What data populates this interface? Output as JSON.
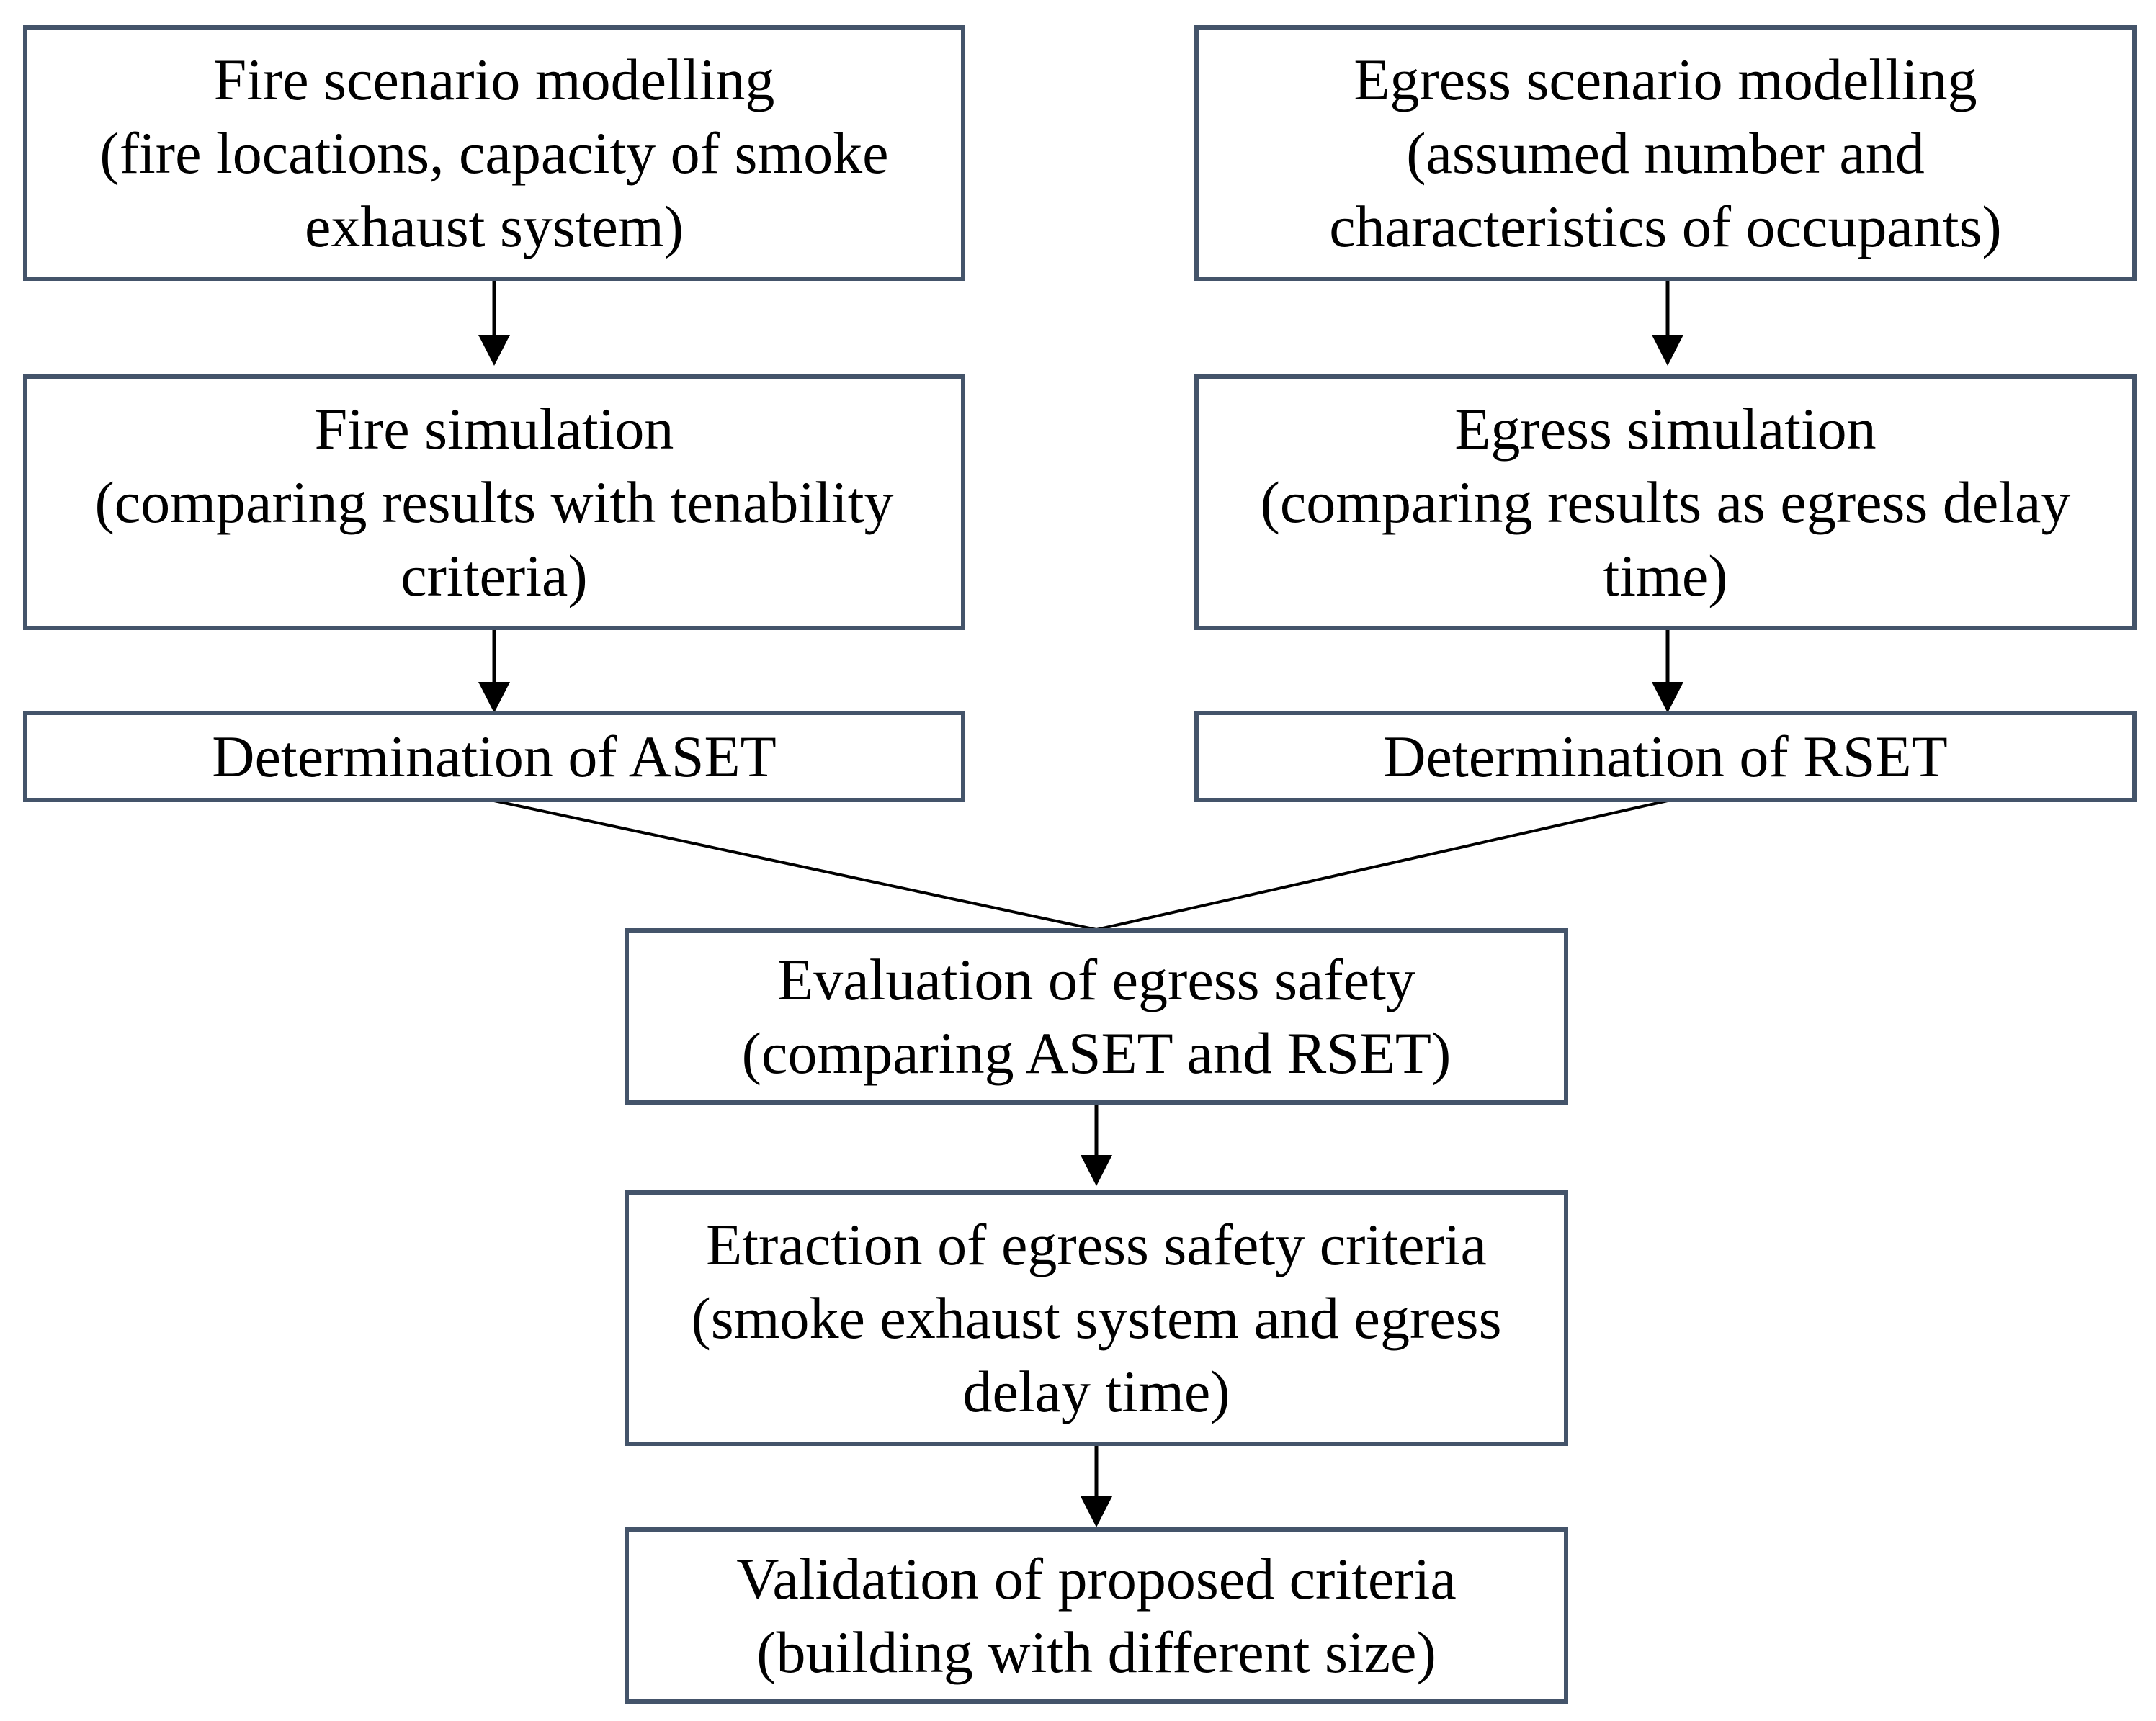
{
  "colors": {
    "box_border": "#44546a",
    "arrow": "#000000",
    "background": "#ffffff"
  },
  "flowchart": {
    "left_column": {
      "scenario": {
        "lines": [
          "Fire scenario modelling",
          "(fire locations, capacity of smoke",
          "exhaust system)"
        ]
      },
      "simulation": {
        "lines": [
          "Fire simulation",
          "(comparing results with tenability",
          "criteria)"
        ]
      },
      "determination": {
        "lines": [
          "Determination of ASET"
        ]
      }
    },
    "right_column": {
      "scenario": {
        "lines": [
          "Egress scenario modelling",
          "(assumed number and",
          "characteristics of occupants)"
        ]
      },
      "simulation": {
        "lines": [
          "Egress simulation",
          "(comparing results as egress delay",
          "time)"
        ]
      },
      "determination": {
        "lines": [
          "Determination of RSET"
        ]
      }
    },
    "evaluation": {
      "lines": [
        "Evaluation of egress safety",
        "(comparing ASET and RSET)"
      ]
    },
    "extraction": {
      "lines": [
        "Etraction of egress safety criteria",
        "(smoke exhaust system and egress",
        "delay time)"
      ]
    },
    "validation": {
      "lines": [
        "Validation of proposed criteria",
        "(building with different size)"
      ]
    }
  }
}
